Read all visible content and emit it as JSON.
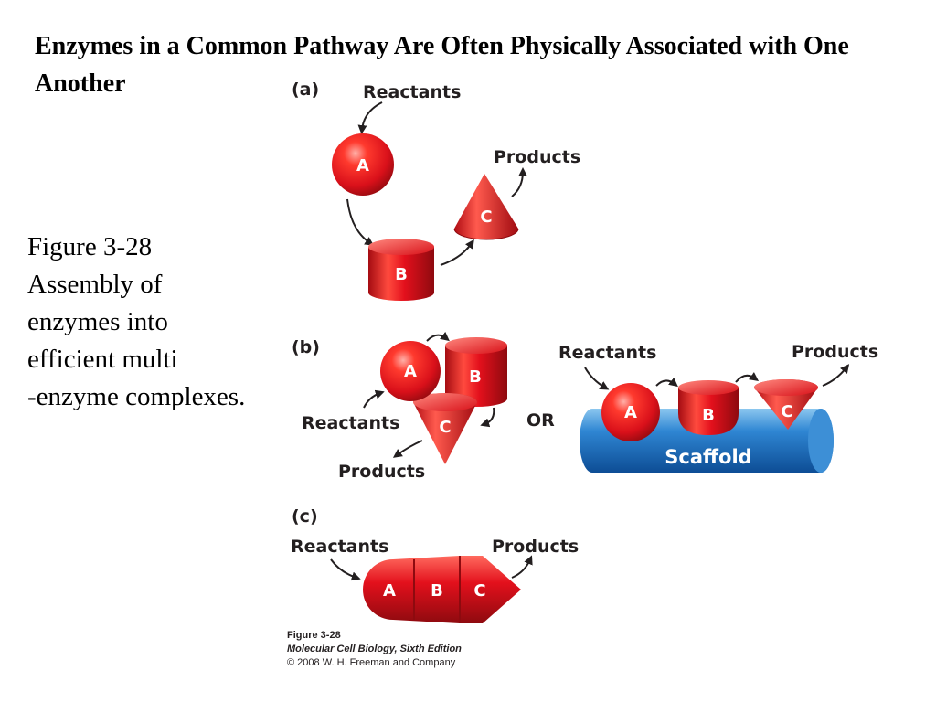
{
  "slide": {
    "title": "Enzymes in a Common Pathway Are Often Physically Associated with One Another",
    "caption_lines": [
      "Figure 3-28",
      "Assembly of",
      "enzymes into",
      "efficient multi",
      "-enzyme complexes."
    ]
  },
  "figure": {
    "panel_a": {
      "label": "(a)",
      "reactants": "Reactants",
      "products": "Products",
      "enzymes": [
        "A",
        "B",
        "C"
      ]
    },
    "panel_b": {
      "label": "(b)",
      "reactants": "Reactants",
      "products": "Products",
      "enzymes": [
        "A",
        "B",
        "C"
      ],
      "or": "OR",
      "scaffold": {
        "reactants": "Reactants",
        "products": "Products",
        "label": "Scaffold",
        "enzymes": [
          "A",
          "B",
          "C"
        ]
      }
    },
    "panel_c": {
      "label": "(c)",
      "reactants": "Reactants",
      "products": "Products",
      "enzymes": [
        "A",
        "B",
        "C"
      ]
    },
    "credit": {
      "figure": "Figure 3-28",
      "book": "Molecular Cell Biology, Sixth Edition",
      "copyright": "© 2008 W. H. Freeman and Company"
    }
  },
  "colors": {
    "enzyme_red": "#e3101c",
    "enzyme_dark": "#9e0a10",
    "scaffold_blue": "#1f6fbf"
  }
}
